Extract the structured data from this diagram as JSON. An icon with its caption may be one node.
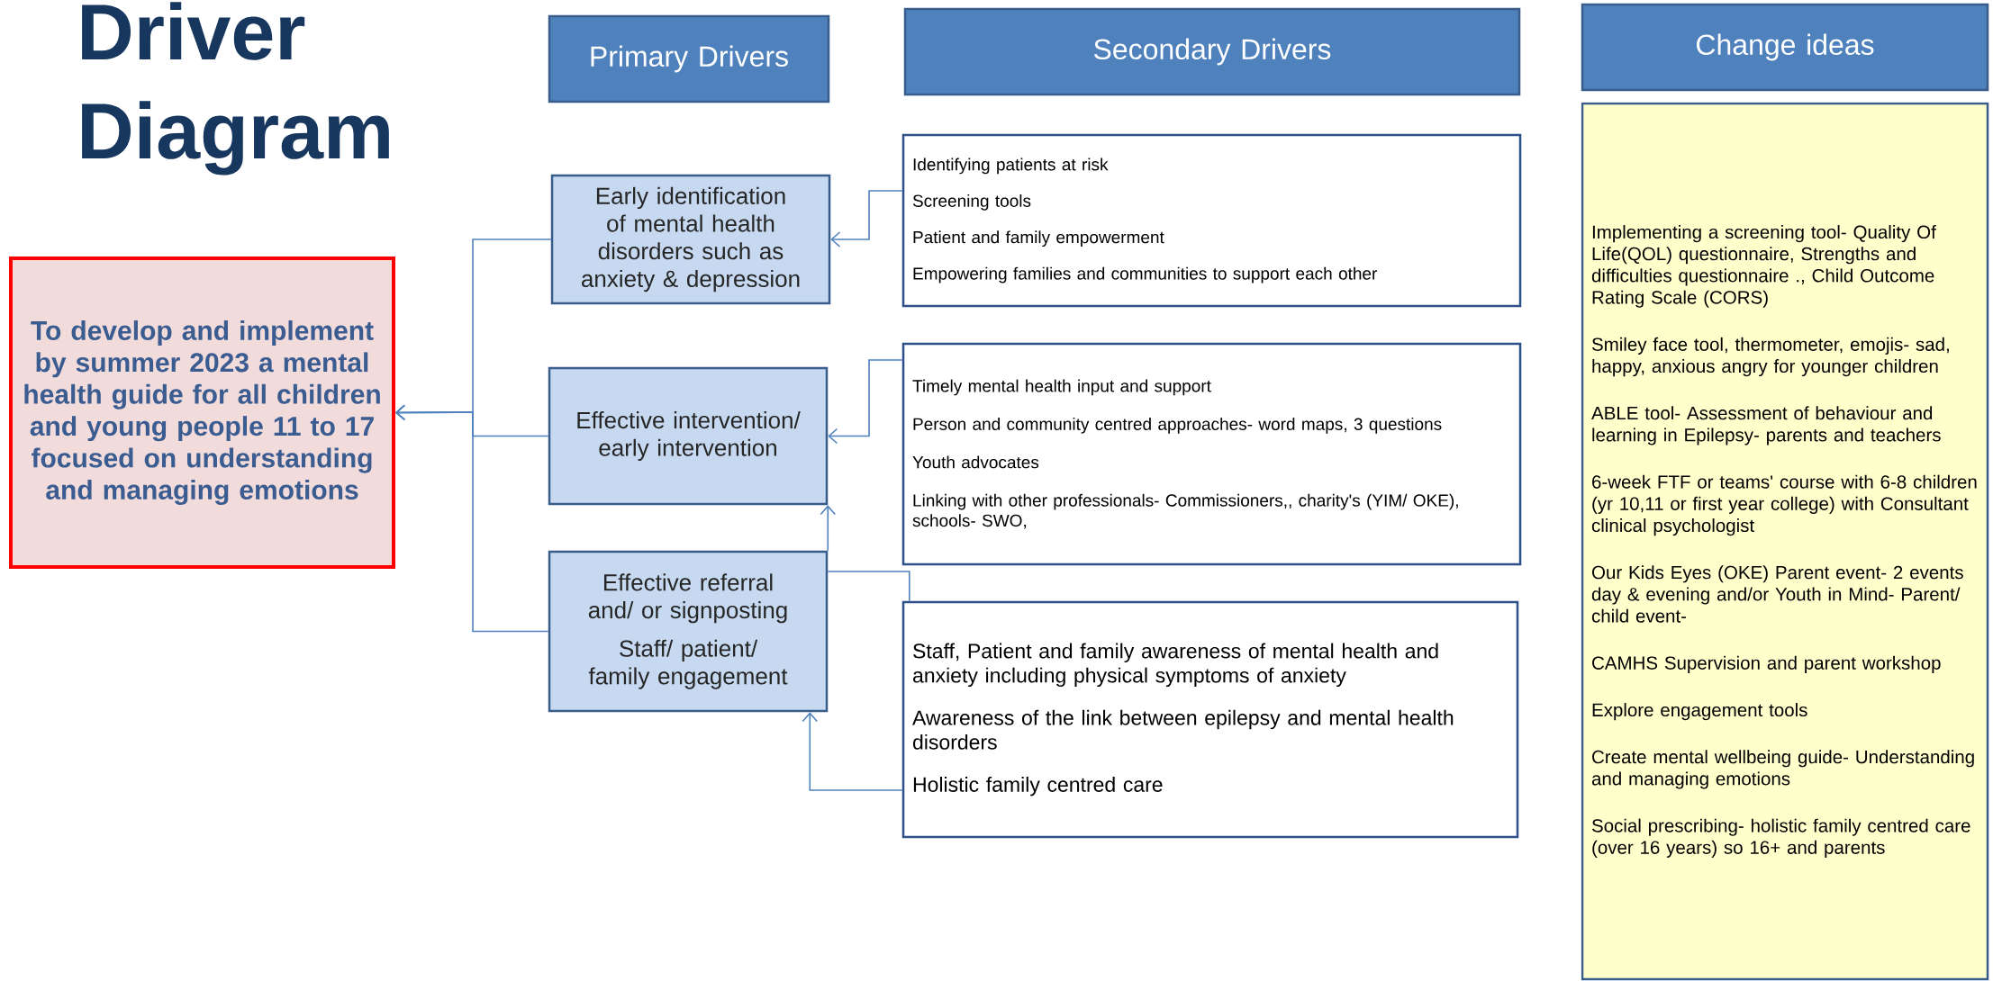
{
  "diagram": {
    "title": "Driver Diagram",
    "nodes": [
      {
        "text": [
          "Primary Drivers"
        ]
      },
      {
        "text": [
          "Secondary Drivers"
        ]
      },
      {
        "text": [
          "Change ideas"
        ]
      },
      {
        "text": [
          "To develop and implement by summer 2023 a mental health guide for all children and young people 11 to 17 focused on understanding and managing emotions"
        ]
      },
      {
        "text": [
          "Early identification of mental health disorders such as anxiety & depression"
        ]
      },
      {
        "text": [
          "Identifying patients at risk",
          "Screening tools",
          "Patient and family empowerment",
          "Empowering families and communities to support each other"
        ]
      },
      {
        "text": [
          "Effective intervention/ early intervention"
        ]
      },
      {
        "text": [
          "Timely mental health input and support",
          "Person and community centred approaches- word maps, 3 questions",
          "Youth advocates",
          "Linking with other professionals- Commissioners,, charity's (YIM/ OKE), schools- SWO,"
        ]
      },
      {
        "text": [
          "Effective referral and/ or signposting",
          "Staff/ patient/ family engagement"
        ]
      },
      {
        "text": [
          "Staff, Patient and family awareness of mental health and anxiety including physical symptoms of anxiety",
          "Awareness of the link between epilepsy and mental health disorders",
          "Holistic family centred care"
        ]
      },
      {
        "text": [
          "Implementing a screening tool-  Quality Of Life(QOL) questionnaire, Strengths and difficulties questionnaire ., Child Outcome Rating Scale (CORS)",
          "Smiley face tool, thermometer, emojis- sad, happy, anxious angry for younger children",
          "ABLE tool- Assessment of behaviour and learning in Epilepsy- parents and teachers",
          "6-week FTF or teams' course with 6-8 children (yr 10,11 or first year college) with Consultant clinical psychologist",
          "Our Kids Eyes (OKE) Parent event- 2 events day & evening and/or Youth in Mind- Parent/ child event-",
          "CAMHS Supervision and parent workshop",
          "Explore engagement tools",
          "Create mental wellbeing guide- Understanding and managing emotions",
          "Social prescribing- holistic family centred care (over 16 years) so 16+ and parents"
        ]
      }
    ],
    "edges": [
      {
        "from": 4,
        "to": 3,
        "arrow": "to"
      },
      {
        "from": 6,
        "to": 3,
        "arrow": "to"
      },
      {
        "from": 8,
        "to": 3,
        "arrow": "to"
      },
      {
        "from": 5,
        "to": 4,
        "arrow": "to"
      },
      {
        "from": 7,
        "to": 6,
        "arrow": "to"
      },
      {
        "from": 8,
        "to": 6,
        "arrow": "to"
      },
      {
        "from": 8,
        "to": 9,
        "arrow": "none"
      },
      {
        "from": 9,
        "to": 8,
        "arrow": "to"
      }
    ]
  }
}
